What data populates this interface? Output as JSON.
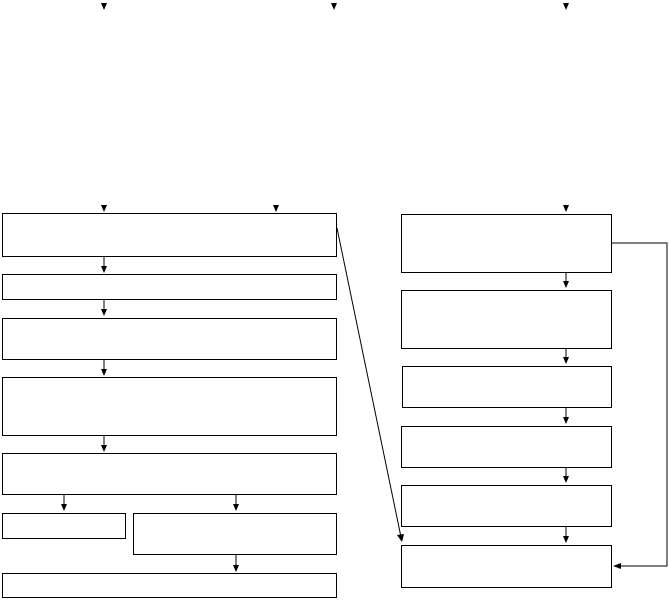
{
  "diagram": {
    "title": "",
    "boxes": [
      {
        "id": "left-box-1",
        "label": ""
      },
      {
        "id": "left-box-2",
        "label": ""
      },
      {
        "id": "left-box-3",
        "label": ""
      },
      {
        "id": "left-box-4",
        "label": ""
      },
      {
        "id": "left-box-5",
        "label": ""
      },
      {
        "id": "left-box-6a",
        "label": ""
      },
      {
        "id": "left-box-6b",
        "label": ""
      },
      {
        "id": "left-box-7",
        "label": ""
      },
      {
        "id": "right-box-1",
        "label": ""
      },
      {
        "id": "right-box-2",
        "label": ""
      },
      {
        "id": "right-box-3",
        "label": ""
      },
      {
        "id": "right-box-4",
        "label": ""
      },
      {
        "id": "right-box-5",
        "label": ""
      },
      {
        "id": "right-box-6",
        "label": ""
      }
    ]
  },
  "colors": {
    "stroke": "#000000",
    "background": "#ffffff"
  }
}
